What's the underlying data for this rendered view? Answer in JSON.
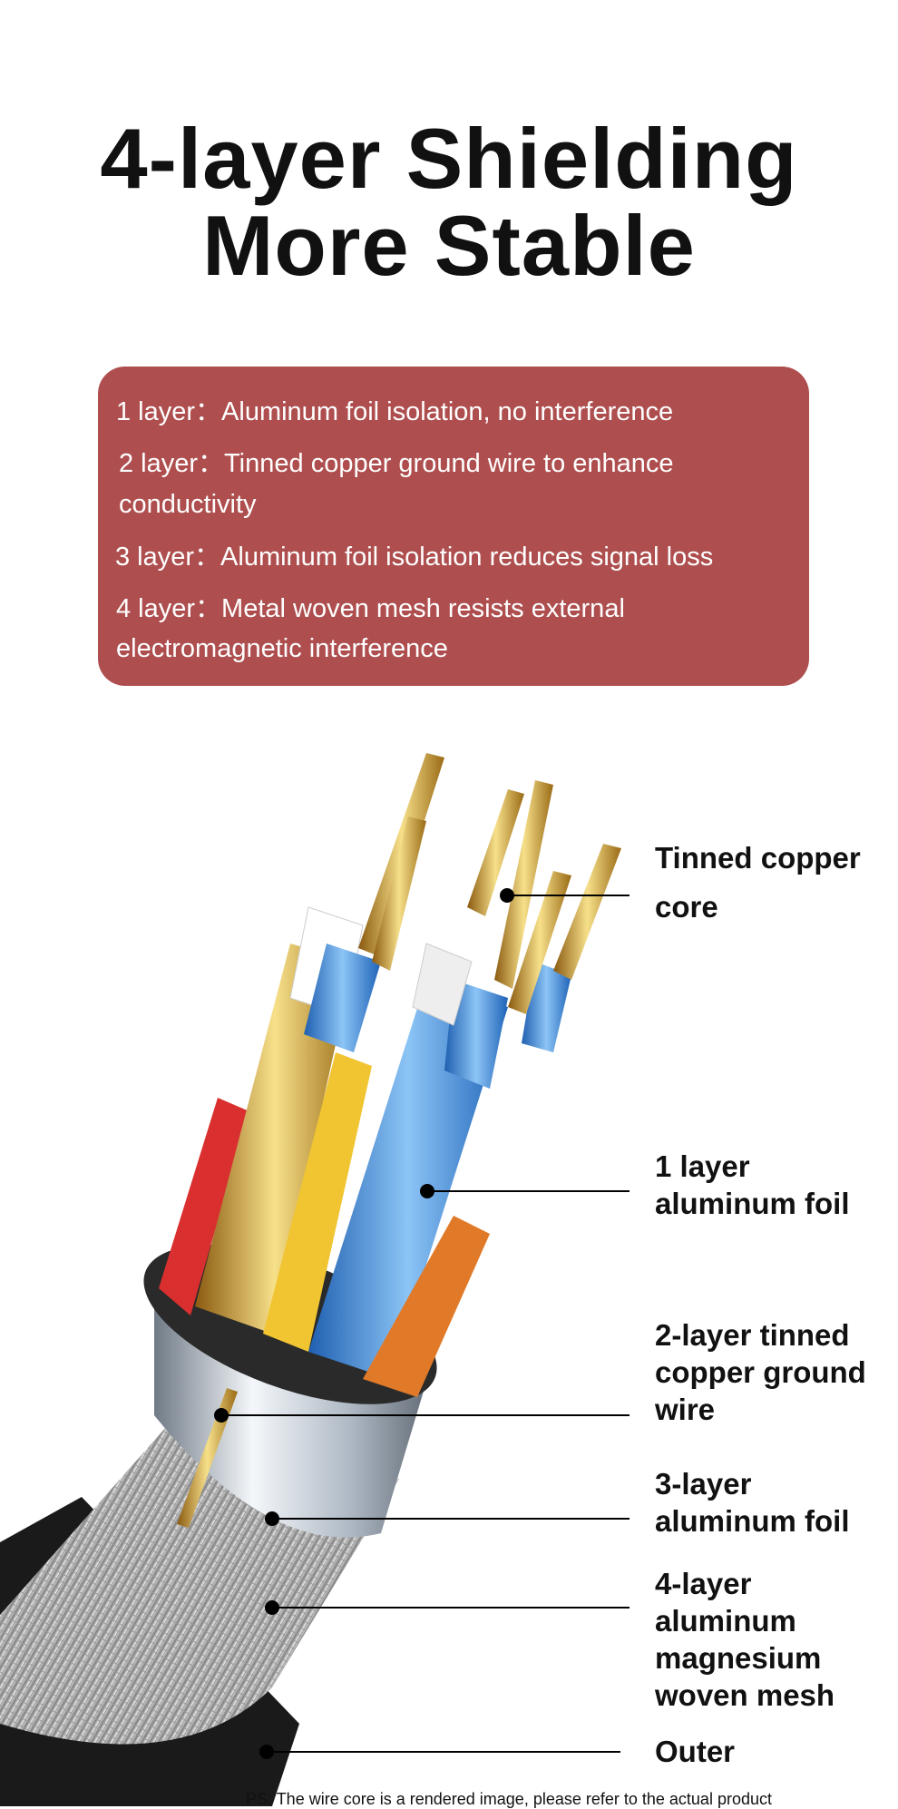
{
  "title": {
    "line1": "4-layer Shielding",
    "line2": "More Stable"
  },
  "layers": [
    "1 layer：Aluminum foil isolation, no interference",
    "2 layer：Tinned copper ground wire to enhance",
    "conductivity",
    "3 layer：Aluminum foil isolation reduces signal loss",
    "4 layer：Metal woven mesh resists external",
    "electromagnetic interference"
  ],
  "callouts": {
    "core": [
      "Tinned copper",
      "core"
    ],
    "foil1": [
      "1 layer",
      "aluminum foil"
    ],
    "ground": [
      "2-layer tinned",
      "copper ground",
      "wire"
    ],
    "foil3": [
      "3-layer",
      "aluminum foil"
    ],
    "mesh": [
      "4-layer",
      "aluminum",
      "magnesium",
      "woven mesh"
    ],
    "outer": [
      "Outer"
    ]
  },
  "note": "PS: The wire core is a rendered image, please refer to the actual product",
  "colors": {
    "box": "#ae4e4e",
    "text": "#111111"
  }
}
